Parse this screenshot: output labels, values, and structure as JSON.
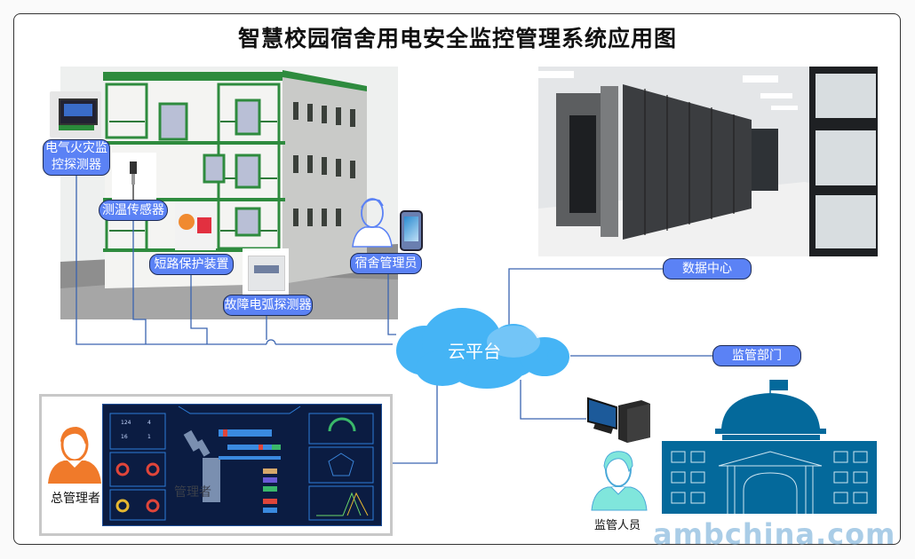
{
  "title": "智慧校园宿舍用电安全监控管理系统应用图",
  "devices": {
    "fire_monitor": {
      "line1": "电气火灾监",
      "line2": "控探测器"
    },
    "temp_sensor": "测温传感器",
    "short_circuit": "短路保护装置",
    "arc_detector": "故障电弧探测器",
    "dorm_manager": "宿舍管理员"
  },
  "cloud": "云平台",
  "data_center": "数据中心",
  "supervision_dept": "监管部门",
  "supervisor": "监管人员",
  "general_manager": "总管理者",
  "dashboard": {
    "overlay_text": "管理者",
    "stats": [
      "124",
      "4",
      "16",
      "1"
    ]
  },
  "watermark": "ambchina.com",
  "colors": {
    "pill": "#5b82f5",
    "cloud": "#45b4f5",
    "line": "#3a64b0",
    "building": "#04699b",
    "manager_orange": "#f07a2a",
    "supervisor_teal": "#80e6dc"
  }
}
